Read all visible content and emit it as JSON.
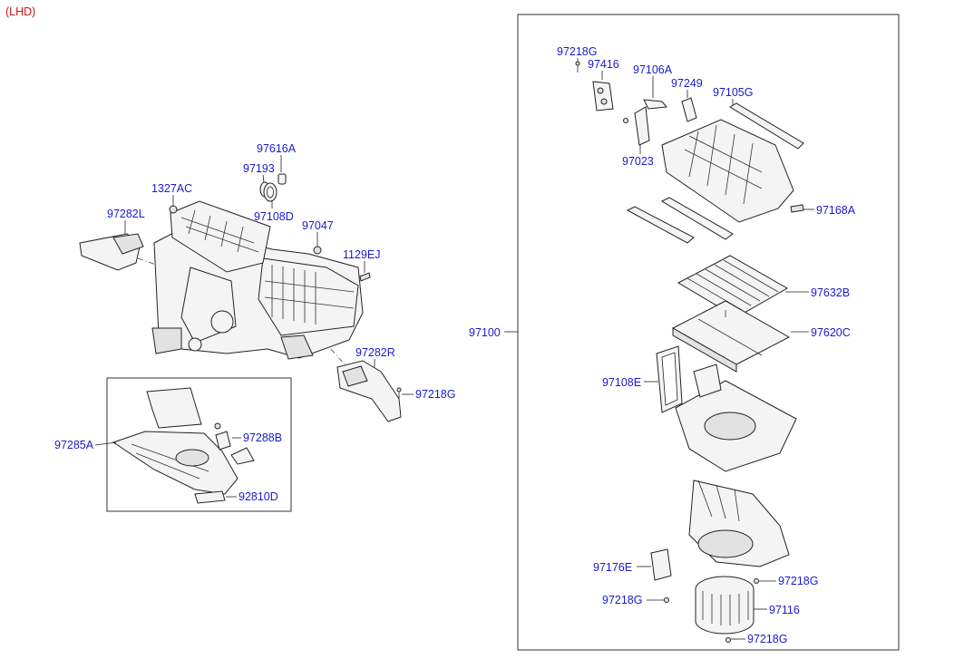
{
  "header_note": "(LHD)",
  "labels": {
    "l_97218G_top": "97218G",
    "l_97416": "97416",
    "l_97106A": "97106A",
    "l_97249": "97249",
    "l_97105G": "97105G",
    "l_97023": "97023",
    "l_97168A": "97168A",
    "l_97632B": "97632B",
    "l_97620C": "97620C",
    "l_97100": "97100",
    "l_97108E": "97108E",
    "l_97176E": "97176E",
    "l_97218G_r1": "97218G",
    "l_97218G_r2": "97218G",
    "l_97116": "97116",
    "l_97218G_r3": "97218G",
    "l_97616A": "97616A",
    "l_97193": "97193",
    "l_1327AC": "1327AC",
    "l_97108D": "97108D",
    "l_97282L": "97282L",
    "l_97047": "97047",
    "l_1129EJ": "1129EJ",
    "l_97282R": "97282R",
    "l_97218G_left": "97218G",
    "l_97285A": "97285A",
    "l_97288B": "97288B",
    "l_92810D": "92810D"
  }
}
